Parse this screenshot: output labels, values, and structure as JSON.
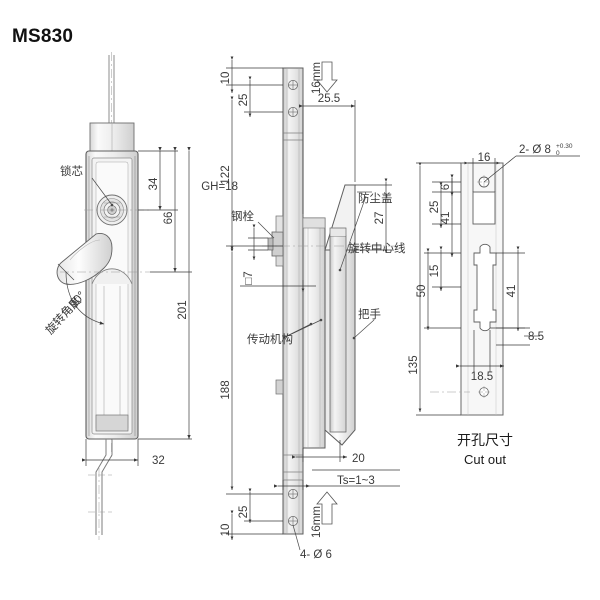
{
  "drawing": {
    "title": "MS830",
    "cutout_caption_zh": "开孔尺寸",
    "cutout_caption_en": "Cut out"
  },
  "views": {
    "front": {
      "name": "front-view",
      "labels": {
        "lock_cylinder": "锁芯",
        "rotation_angle": "旋转角度",
        "rotation_angle_value": "90°"
      },
      "dimensions": {
        "d34": "34",
        "d66": "66",
        "d201": "201",
        "d32": "32"
      }
    },
    "side": {
      "name": "side-view",
      "labels": {
        "dust_cover": "防尘盖",
        "steel_bolt": "钢栓",
        "rotation_center_line": "旋转中心线",
        "transmission_mechanism": "传动机构",
        "handle": "把手",
        "gh": "GH=18",
        "square": "□7",
        "ts": "Ts=1~3",
        "arrow_top": "16mm",
        "arrow_bottom": "16mm",
        "holes": "4- Ø 6"
      },
      "dimensions": {
        "d10_top": "10",
        "d25_top": "25",
        "d122": "122",
        "d25_5": "25.5",
        "d27": "27",
        "d188": "188",
        "d20": "20",
        "d25_bot": "25",
        "d10_bot": "10"
      }
    },
    "cutout": {
      "name": "cutout-view",
      "labels": {
        "hole_spec": "2- Ø 8",
        "hole_tol_upper": "+0.30",
        "hole_tol_lower": "0"
      },
      "dimensions": {
        "d16": "16",
        "d6": "6",
        "d25": "25",
        "d15": "15",
        "d41_left": "41",
        "d50": "50",
        "d135": "135",
        "d41_right": "41",
        "d8_5": "8.5",
        "d18_5": "18.5"
      }
    }
  }
}
